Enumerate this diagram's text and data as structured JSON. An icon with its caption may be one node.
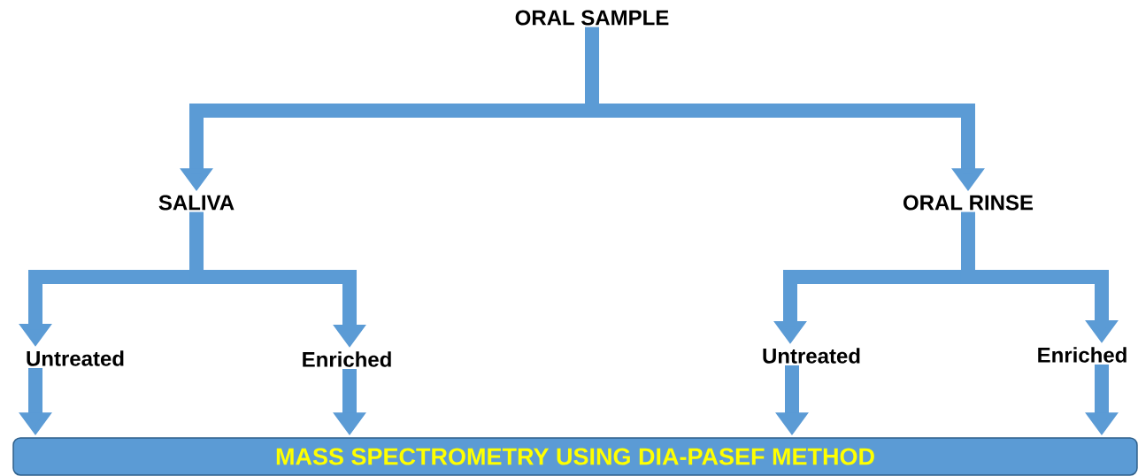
{
  "diagram": {
    "nodes": [
      {
        "text": [
          "ORAL SAMPLE"
        ]
      },
      {
        "text": [
          "SALIVA"
        ]
      },
      {
        "text": [
          "ORAL RINSE"
        ]
      },
      {
        "text": [
          "Untreated"
        ]
      },
      {
        "text": [
          "Enriched"
        ]
      },
      {
        "text": [
          "Untreated"
        ]
      },
      {
        "text": [
          "Enriched"
        ]
      },
      {
        "text": [
          "MASS SPECTROMETRY USING DIA-PASEF METHOD"
        ]
      }
    ],
    "edges": [
      {
        "from": 0,
        "to": 1,
        "arrow": "to"
      },
      {
        "from": 0,
        "to": 2,
        "arrow": "to"
      },
      {
        "from": 1,
        "to": 3,
        "arrow": "to"
      },
      {
        "from": 1,
        "to": 4,
        "arrow": "to"
      },
      {
        "from": 2,
        "to": 5,
        "arrow": "to"
      },
      {
        "from": 2,
        "to": 6,
        "arrow": "to"
      },
      {
        "from": 3,
        "to": 7,
        "arrow": "to"
      },
      {
        "from": 4,
        "to": 7,
        "arrow": "to"
      },
      {
        "from": 5,
        "to": 7,
        "arrow": "to"
      },
      {
        "from": 6,
        "to": 7,
        "arrow": "to"
      }
    ]
  }
}
